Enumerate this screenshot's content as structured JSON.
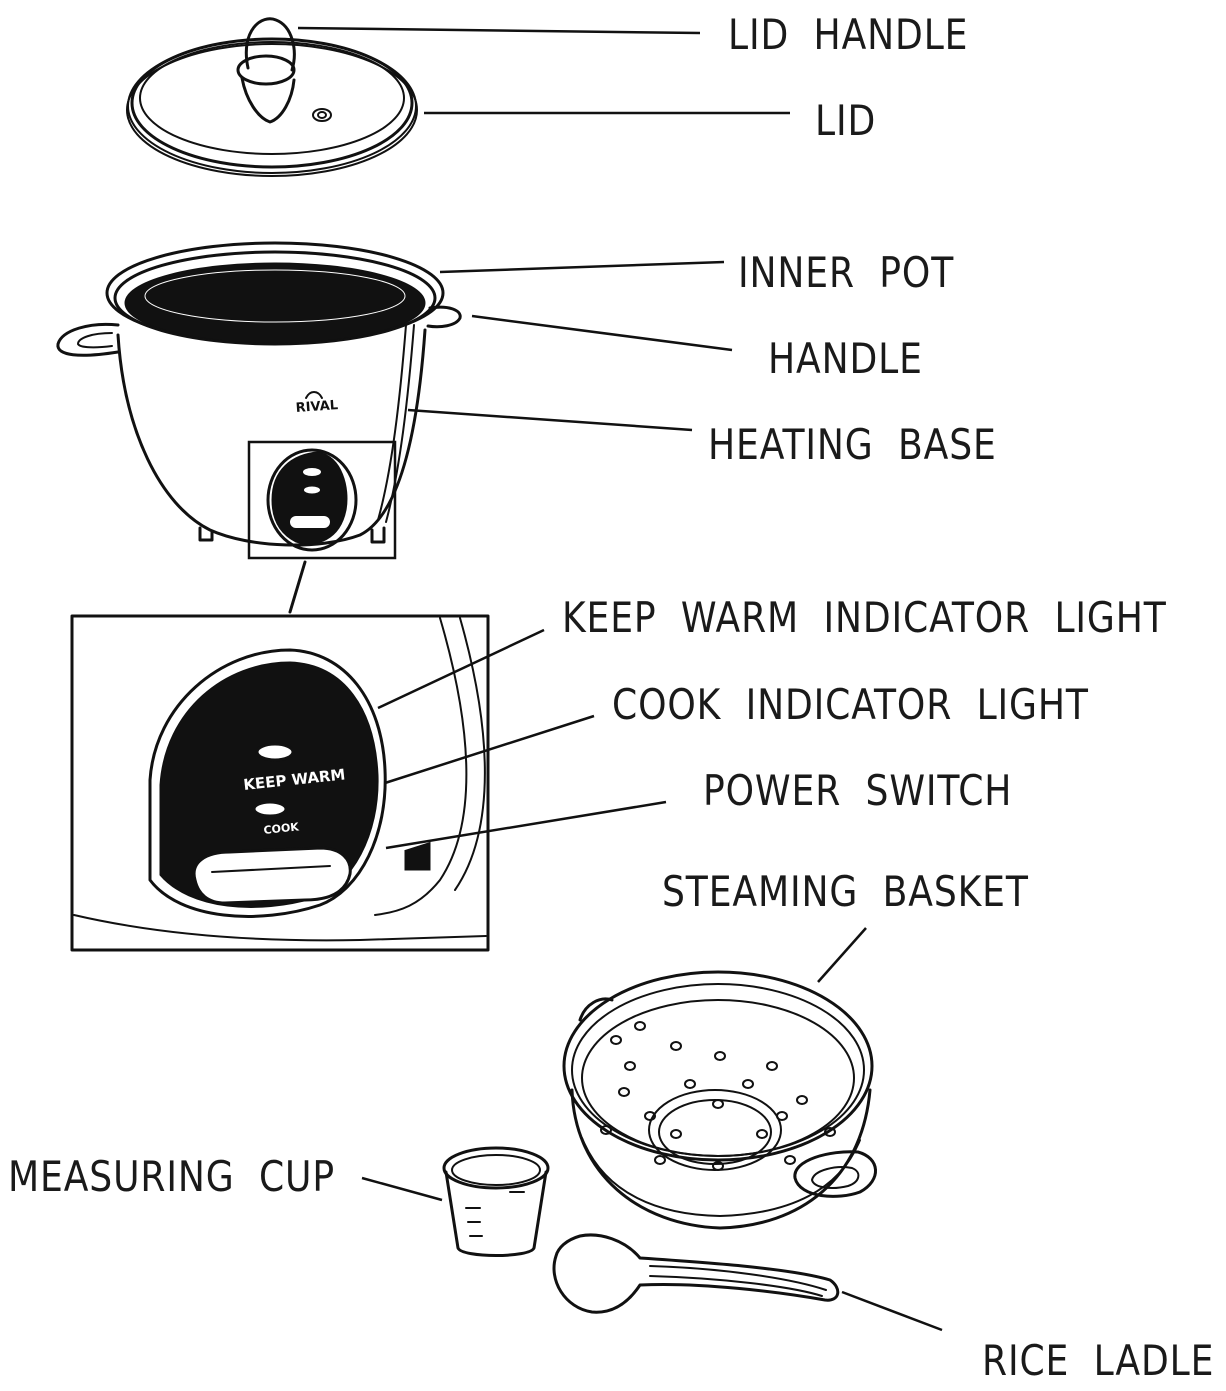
{
  "labels": {
    "lid_handle": "LID HANDLE",
    "lid": "LID",
    "inner_pot": "INNER POT",
    "handle": "HANDLE",
    "heating_base": "HEATING BASE",
    "keep_warm_light": "KEEP WARM INDICATOR LIGHT",
    "cook_light": "COOK INDICATOR LIGHT",
    "power_switch": "POWER SWITCH",
    "steaming_basket": "STEAMING BASKET",
    "measuring_cup": "MEASURING CUP",
    "rice_ladle": "RICE LADLE"
  },
  "panel": {
    "keep_warm": "KEEP WARM",
    "cook": "COOK"
  },
  "brand": "RIVAL"
}
